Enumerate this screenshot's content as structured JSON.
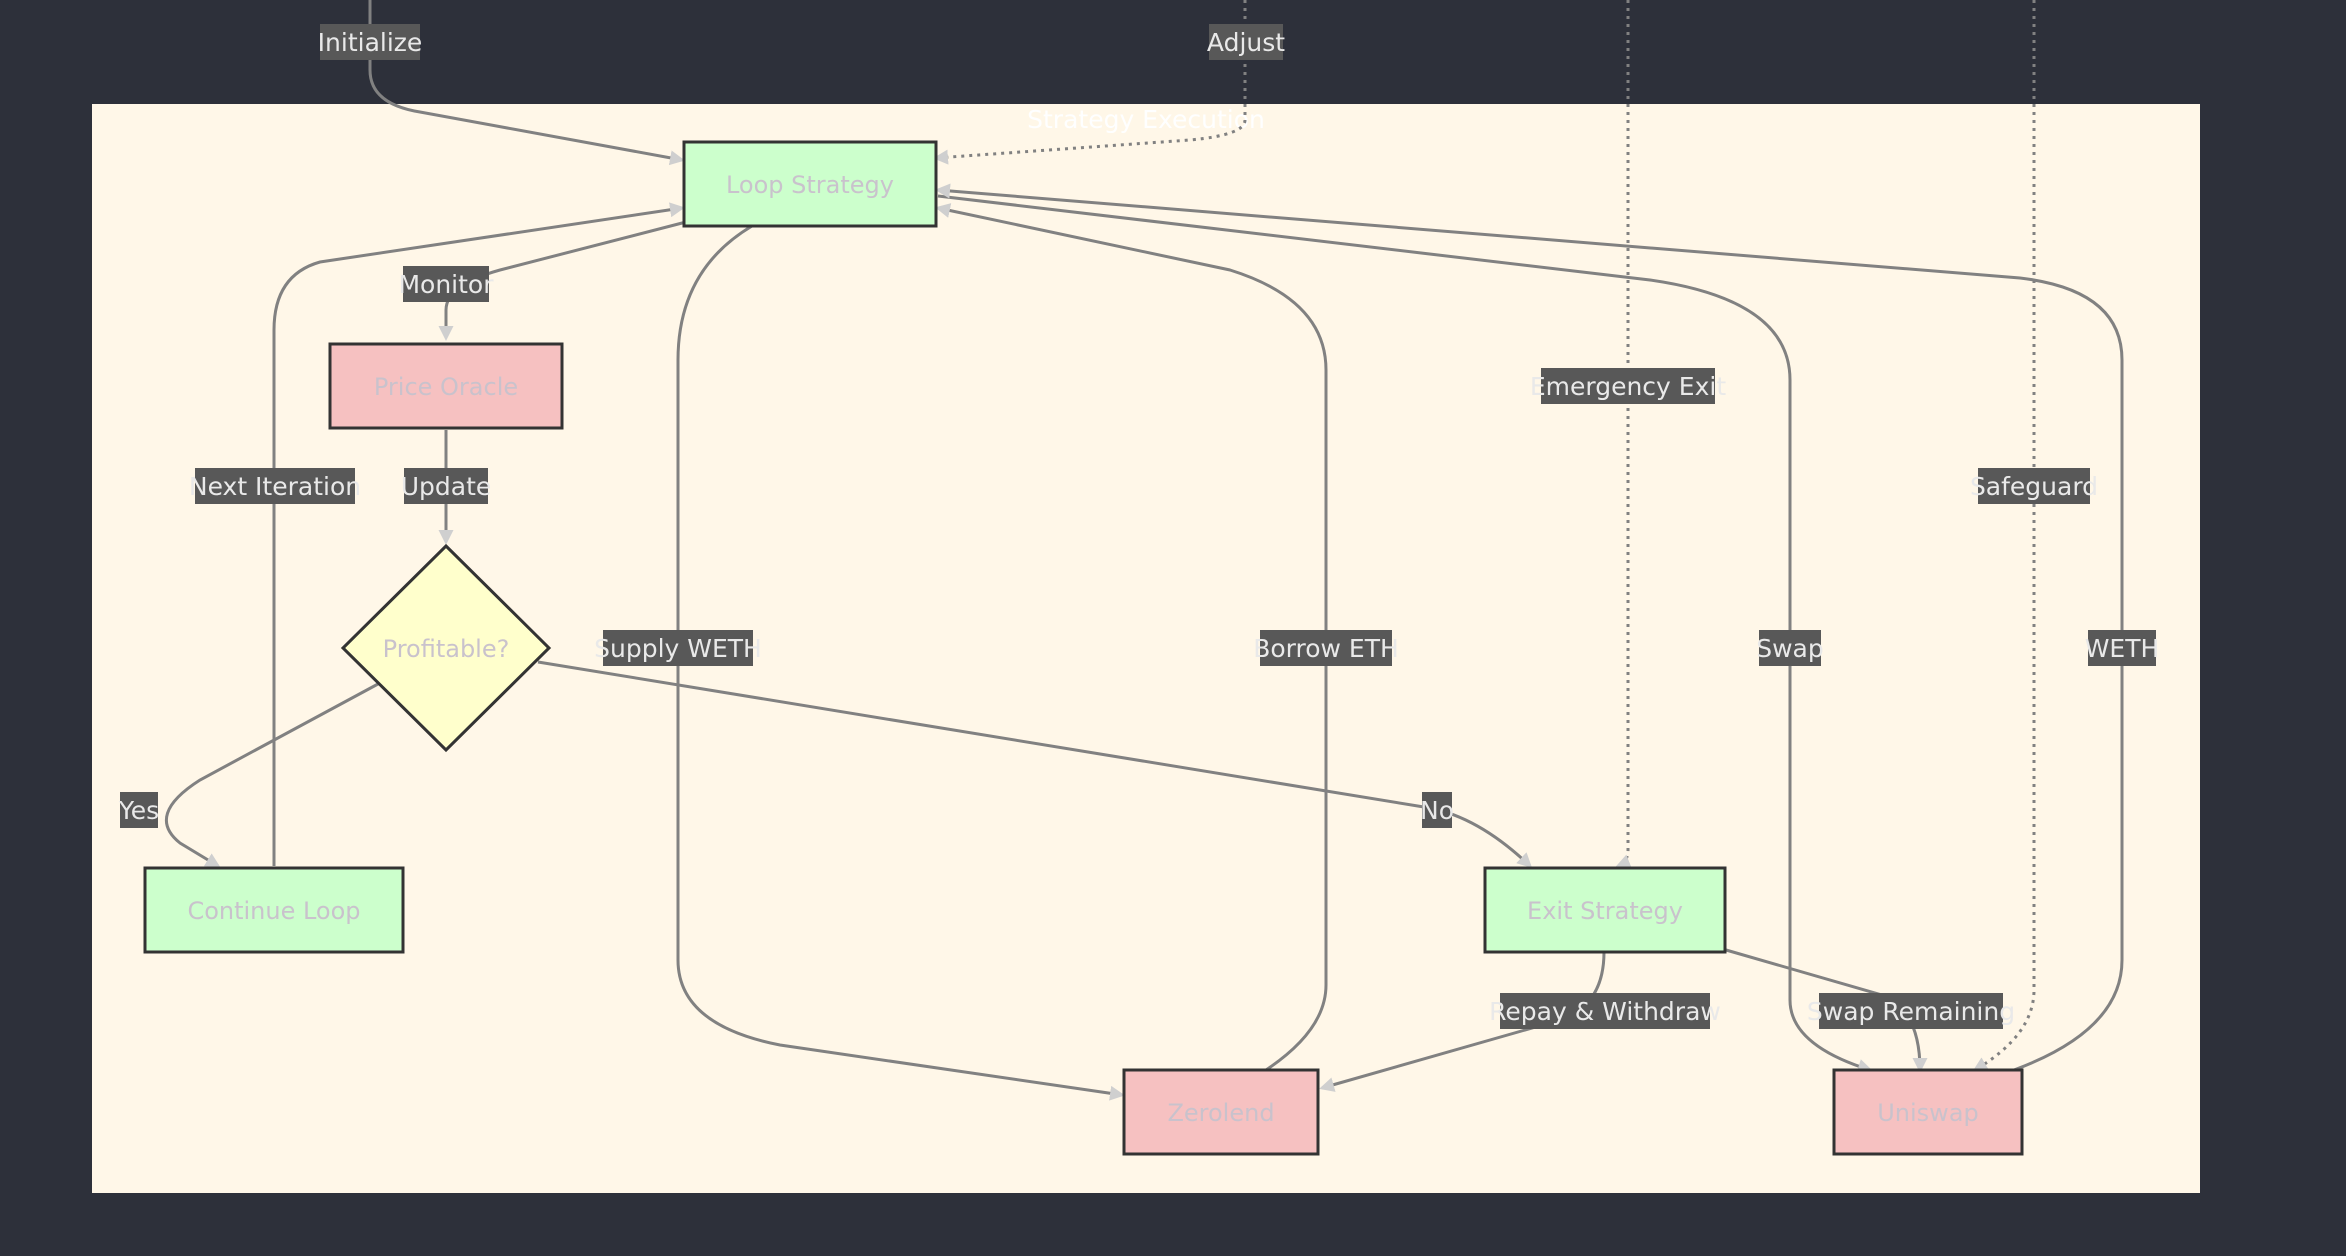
{
  "diagram": {
    "cluster": {
      "label": "Strategy Execution"
    },
    "nodes": {
      "loop_strategy": "Loop Strategy",
      "price_oracle": "Price Oracle",
      "profitable": "Profitable?",
      "continue_loop": "Continue Loop",
      "exit_strategy": "Exit Strategy",
      "zerolend": "Zerolend",
      "uniswap": "Uniswap"
    },
    "edges": {
      "initialize": "Initialize",
      "adjust": "Adjust",
      "monitor": "Monitor",
      "update": "Update",
      "next_iteration": "Next Iteration",
      "yes": "Yes",
      "no": "No",
      "supply_weth": "Supply WETH",
      "borrow_eth": "Borrow ETH",
      "emergency_exit": "Emergency Exit",
      "swap": "Swap",
      "safeguard": "Safeguard",
      "weth": "WETH",
      "repay_withdraw": "Repay & Withdraw",
      "swap_remaining": "Swap Remaining"
    },
    "colors": {
      "background": "#2d303a",
      "cluster_fill": "#fff7e8",
      "process_fill": "#ccffcc",
      "external_fill": "#f6c1c1",
      "decision_fill": "#ffffcc",
      "edge": "#818181",
      "label_bg": "#585858"
    }
  }
}
